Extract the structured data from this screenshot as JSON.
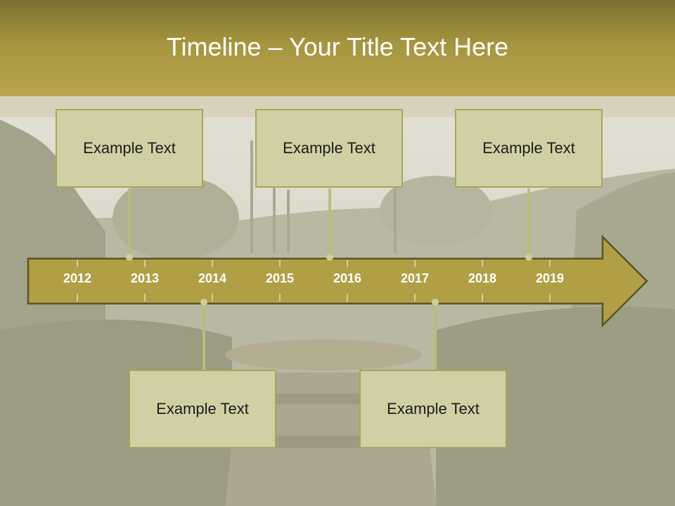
{
  "title": "Timeline – Your Title Text Here",
  "colors": {
    "title_band": "#a5953f",
    "arrow_fill": "#b09f45",
    "arrow_stroke": "#5c5322",
    "box_fill": "#d1d0a4",
    "box_border": "#a7a55a",
    "connector": "#bdbb7c"
  },
  "events_top": [
    {
      "text": "Example Text"
    },
    {
      "text": "Example Text"
    },
    {
      "text": "Example Text"
    }
  ],
  "events_bottom": [
    {
      "text": "Example Text"
    },
    {
      "text": "Example Text"
    }
  ],
  "years": [
    "2012",
    "2013",
    "2014",
    "2015",
    "2016",
    "2017",
    "2018",
    "2019"
  ]
}
